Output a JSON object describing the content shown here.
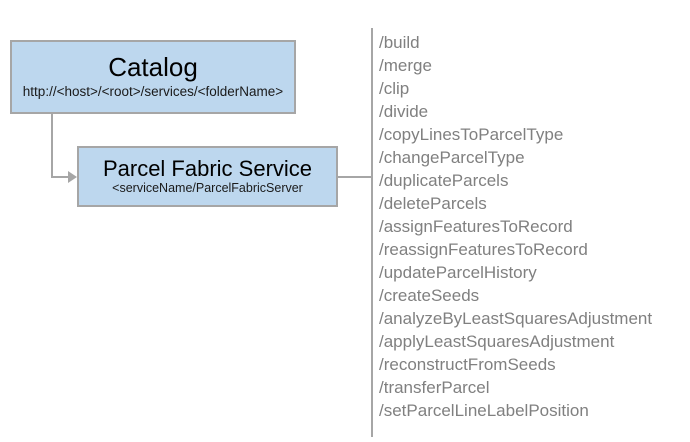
{
  "diagram": {
    "type": "architecture-diagram",
    "nodes": [
      {
        "id": "catalog",
        "title": "Catalog",
        "subtitle": "http://<host>/<root>/services/<folderName>"
      },
      {
        "id": "parcel-fabric-service",
        "title": "Parcel Fabric Service",
        "subtitle": "<serviceName/ParcelFabricServer"
      }
    ],
    "operations": [
      "/build",
      "/merge",
      "/clip",
      "/divide",
      "/copyLinesToParcelType",
      "/changeParcelType",
      "/duplicateParcels",
      "/deleteParcels",
      "/assignFeaturesToRecord",
      "/reassignFeaturesToRecord",
      "/updateParcelHistory",
      "/createSeeds",
      "/analyzeByLeastSquaresAdjustment",
      "/applyLeastSquaresAdjustment",
      "/reconstructFromSeeds",
      "/transferParcel",
      "/setParcelLineLabelPosition"
    ],
    "colors": {
      "node_fill": "#bdd7ee",
      "node_border": "#a6a6a6",
      "connector": "#a6a6a6",
      "operation_text": "#808080",
      "background": "#ffffff"
    }
  }
}
